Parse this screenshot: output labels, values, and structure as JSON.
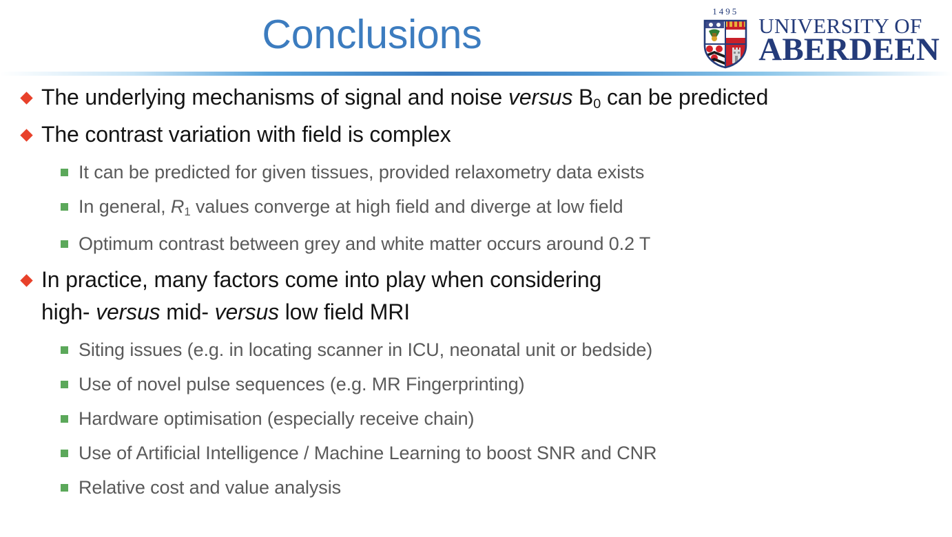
{
  "slide": {
    "title": "Conclusions",
    "title_color": "#3C7CBF",
    "accent_bullet_color": "#E8412A",
    "sub_bullet_color": "#5BA85A",
    "rule_color": "#3B7CC0"
  },
  "logo": {
    "year": "1495",
    "line1": "UNIVERSITY OF",
    "line2": "ABERDEEN",
    "color": "#243B7A"
  },
  "content": [
    {
      "level": 1,
      "id": "mechanisms-predicted",
      "text": "The underlying mechanisms of signal and noise versus B0 can be predicted"
    },
    {
      "level": 1,
      "id": "contrast-complex",
      "text": "The contrast variation with field is complex"
    },
    {
      "level": 2,
      "id": "relaxometry-data",
      "text": "It can be predicted for given tissues, provided relaxometry data exists"
    },
    {
      "level": 2,
      "id": "r1-converge",
      "text": "In general, R1 values converge at high field and diverge at low field"
    },
    {
      "level": 2,
      "id": "optimum-contrast",
      "text": "Optimum contrast between grey and white matter occurs around 0.2 T"
    },
    {
      "level": 1,
      "id": "in-practice",
      "text": "In practice, many factors come into play when considering high- versus mid- versus low field MRI"
    },
    {
      "level": 2,
      "id": "siting-issues",
      "text": "Siting issues (e.g. in locating scanner in ICU, neonatal unit or bedside)"
    },
    {
      "level": 2,
      "id": "novel-pulse-sequences",
      "text": "Use of novel pulse sequences (e.g. MR Fingerprinting)"
    },
    {
      "level": 2,
      "id": "hardware-optimisation",
      "text": "Hardware optimisation (especially receive chain)"
    },
    {
      "level": 2,
      "id": "ai-ml-snr-cnr",
      "text": "Use of Artificial Intelligence / Machine Learning to boost SNR and CNR"
    },
    {
      "level": 2,
      "id": "relative-cost",
      "text": "Relative cost and value analysis"
    }
  ]
}
